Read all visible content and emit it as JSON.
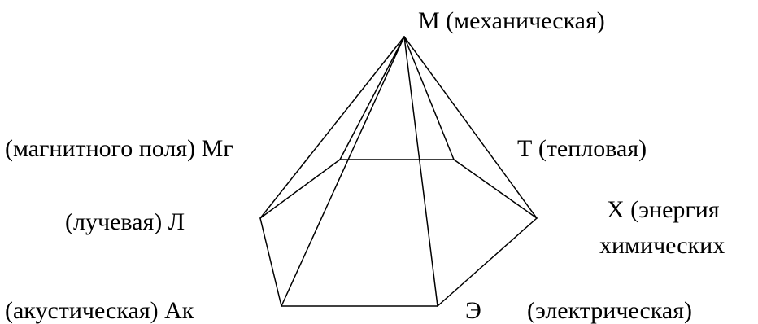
{
  "diagram": {
    "labels": {
      "apex": "М (механическая)",
      "magnetic": "(магнитного поля) Мг",
      "thermal": "Т (тепловая)",
      "radiant": "(лучевая) Л",
      "chemical_line1": "Х (энергия",
      "chemical_line2": "химических",
      "acoustic": "(акустическая) Ак",
      "electric_letter": "Э",
      "electric_word": "(электрическая)"
    },
    "line_color": "#000000"
  }
}
